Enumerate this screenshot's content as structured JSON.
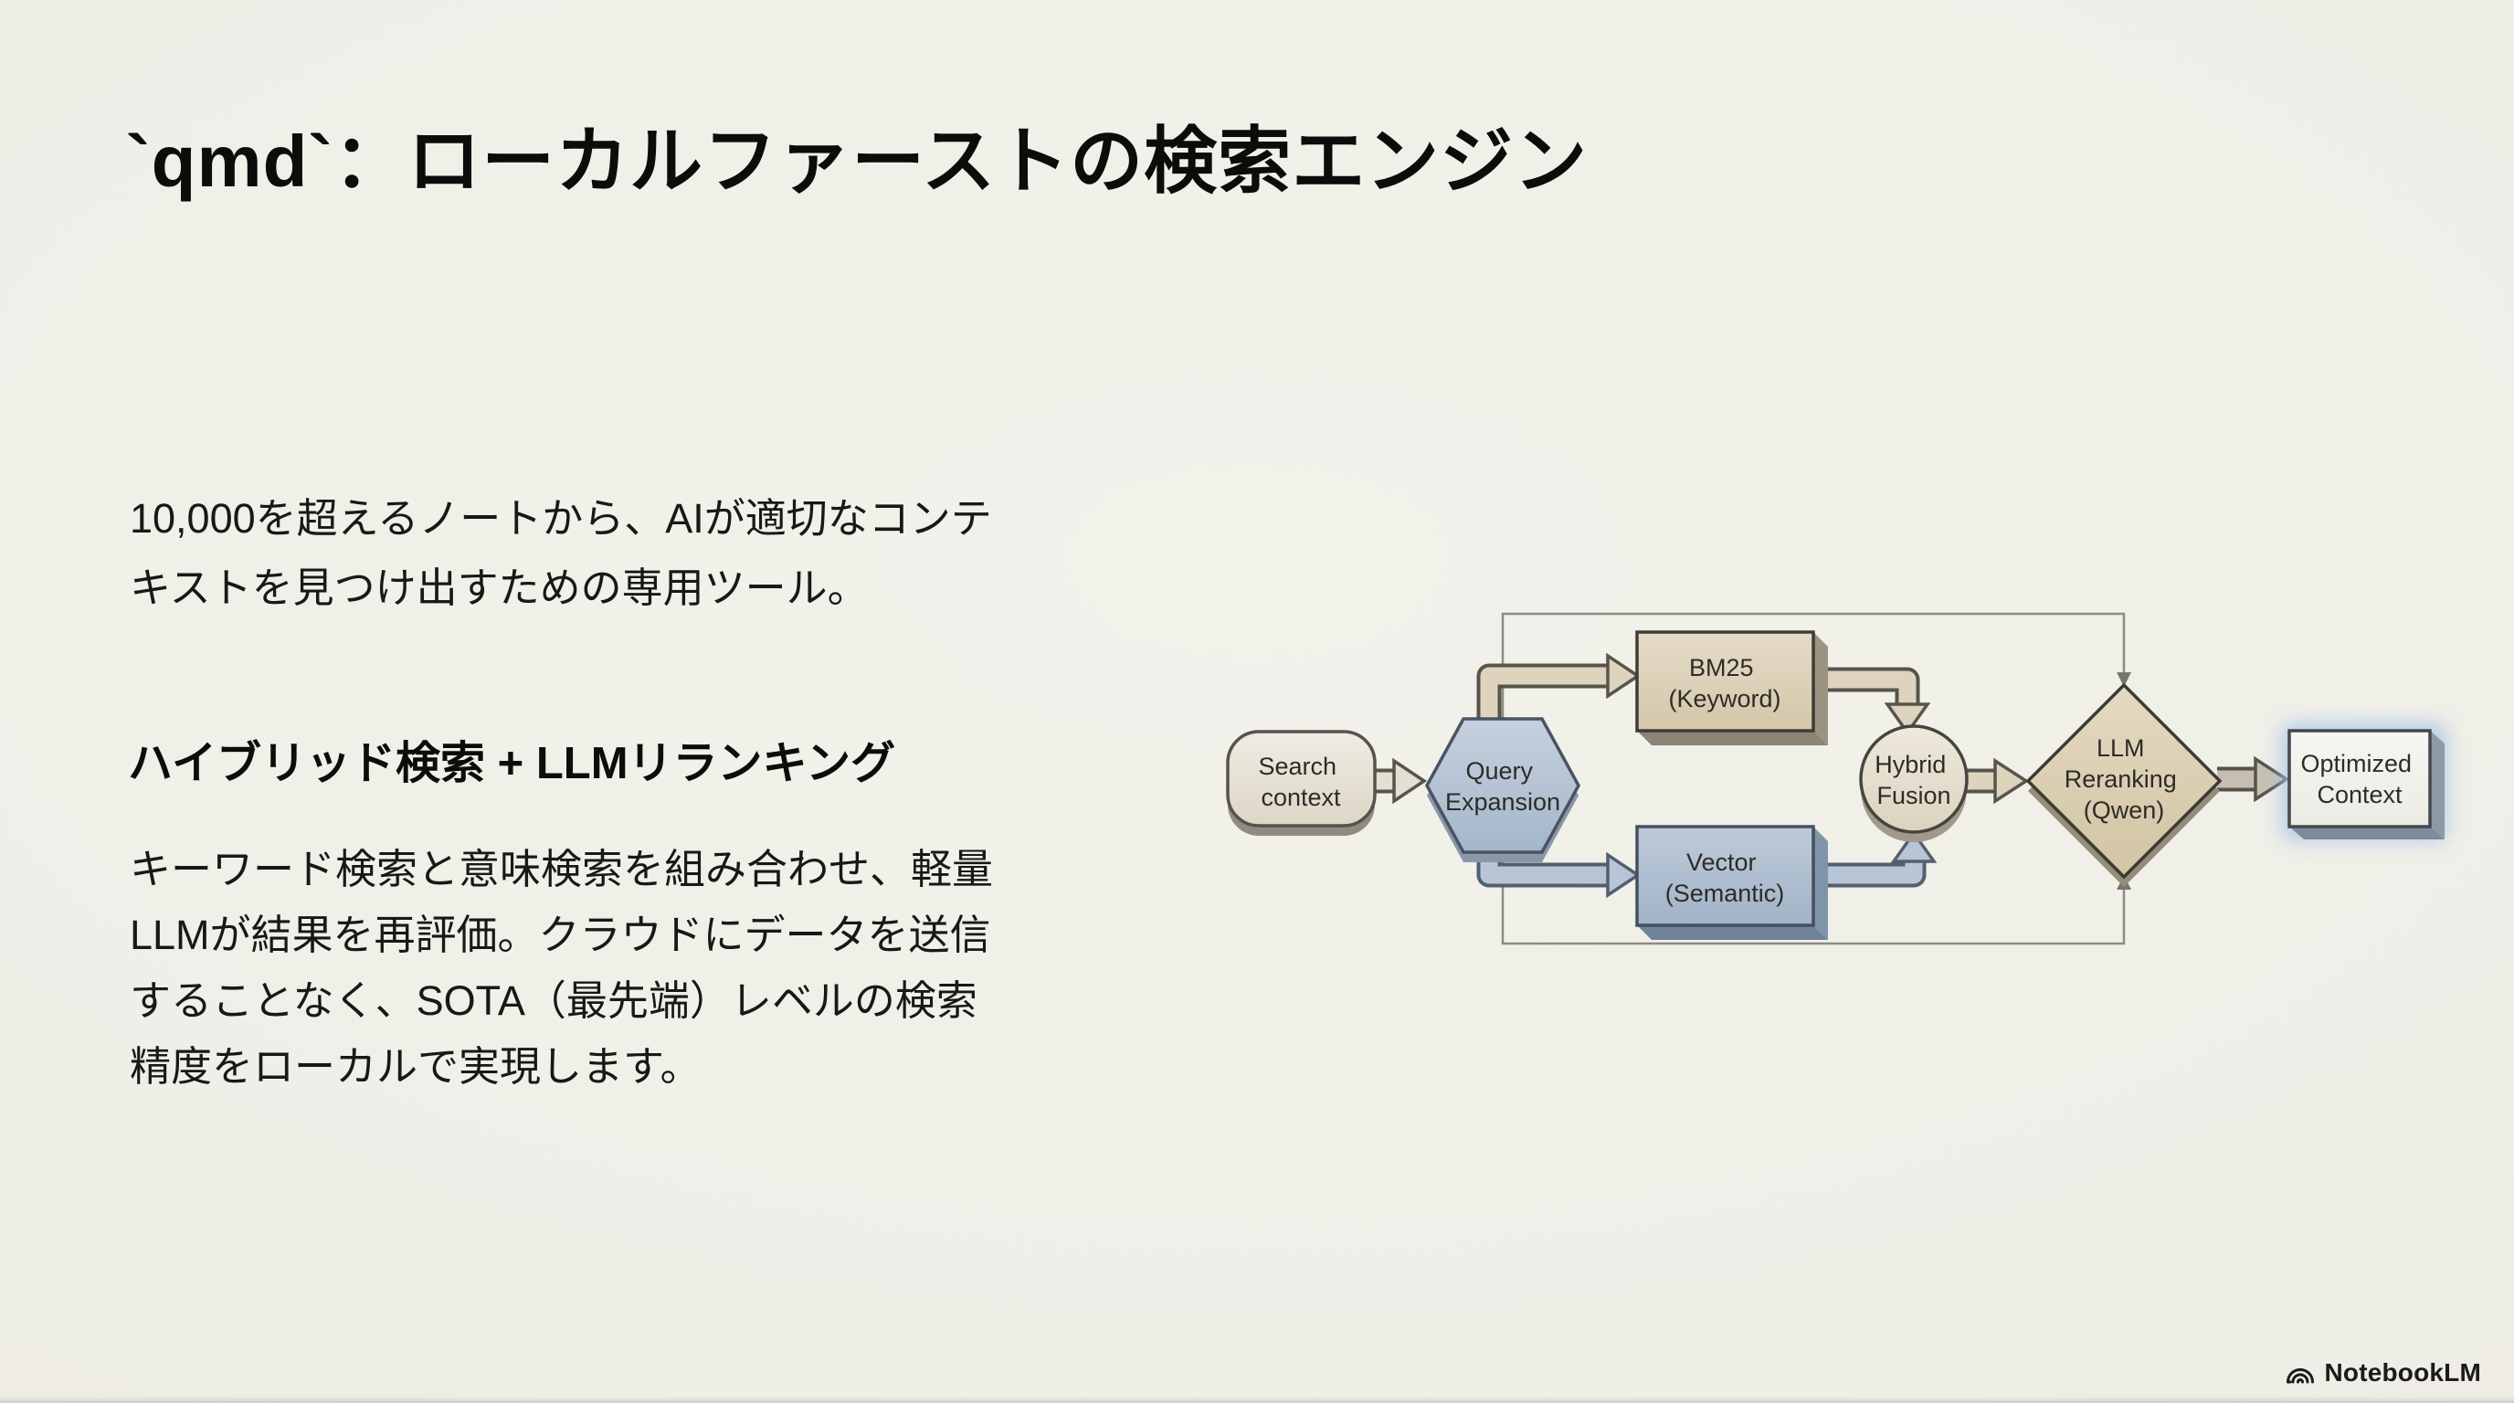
{
  "slide": {
    "title": "`qmd`：ローカルファーストの検索エンジン",
    "intro": "10,000を超えるノートから、AIが適切なコンテ\nキストを見つけ出すための専用ツール。",
    "section_heading": "ハイブリッド検索 + LLMリランキング",
    "body": "キーワード検索と意味検索を組み合わせ、軽量\nLLMが結果を再評価。クラウドにデータを送信\nすることなく、SOTA（最先端）レベルの検索\n精度をローカルで実現します。",
    "background_color": "#efeee7"
  },
  "diagram": {
    "nodes": {
      "search_context": {
        "shape": "rounded-rect",
        "fill": "#e9e4da",
        "lines": [
          "Search",
          "context"
        ]
      },
      "query_expansion": {
        "shape": "hexagon",
        "fill": "#b9c8d8",
        "lines": [
          "Query",
          "Expansion"
        ]
      },
      "bm25": {
        "shape": "rect-3d",
        "fill": "#ddd2bb",
        "lines": [
          "BM25",
          "(Keyword)"
        ]
      },
      "vector": {
        "shape": "rect-3d",
        "fill": "#b1c0d2",
        "lines": [
          "Vector",
          "(Semantic)"
        ]
      },
      "hybrid_fusion": {
        "shape": "circle",
        "fill": "#e7e1d2",
        "lines": [
          "Hybrid",
          "Fusion"
        ]
      },
      "llm_reranking": {
        "shape": "diamond",
        "fill": "#ded2b7",
        "lines": [
          "LLM",
          "Reranking",
          "(Qwen)"
        ]
      },
      "optimized_context": {
        "shape": "rect-3d",
        "fill": "#f4f3ee",
        "glow": "#a9c4e6",
        "lines": [
          "Optimized",
          "Context"
        ]
      }
    },
    "colors": {
      "arrow_beige": "#ded3bd",
      "arrow_blue": "#b7c5d7",
      "arrow_cream": "#e4dfd2",
      "arrow_gray": "#c6bfb1",
      "outline_dark": "#57554b",
      "feedback_line": "#8c8c85"
    }
  },
  "footer": {
    "brand": "NotebookLM"
  }
}
